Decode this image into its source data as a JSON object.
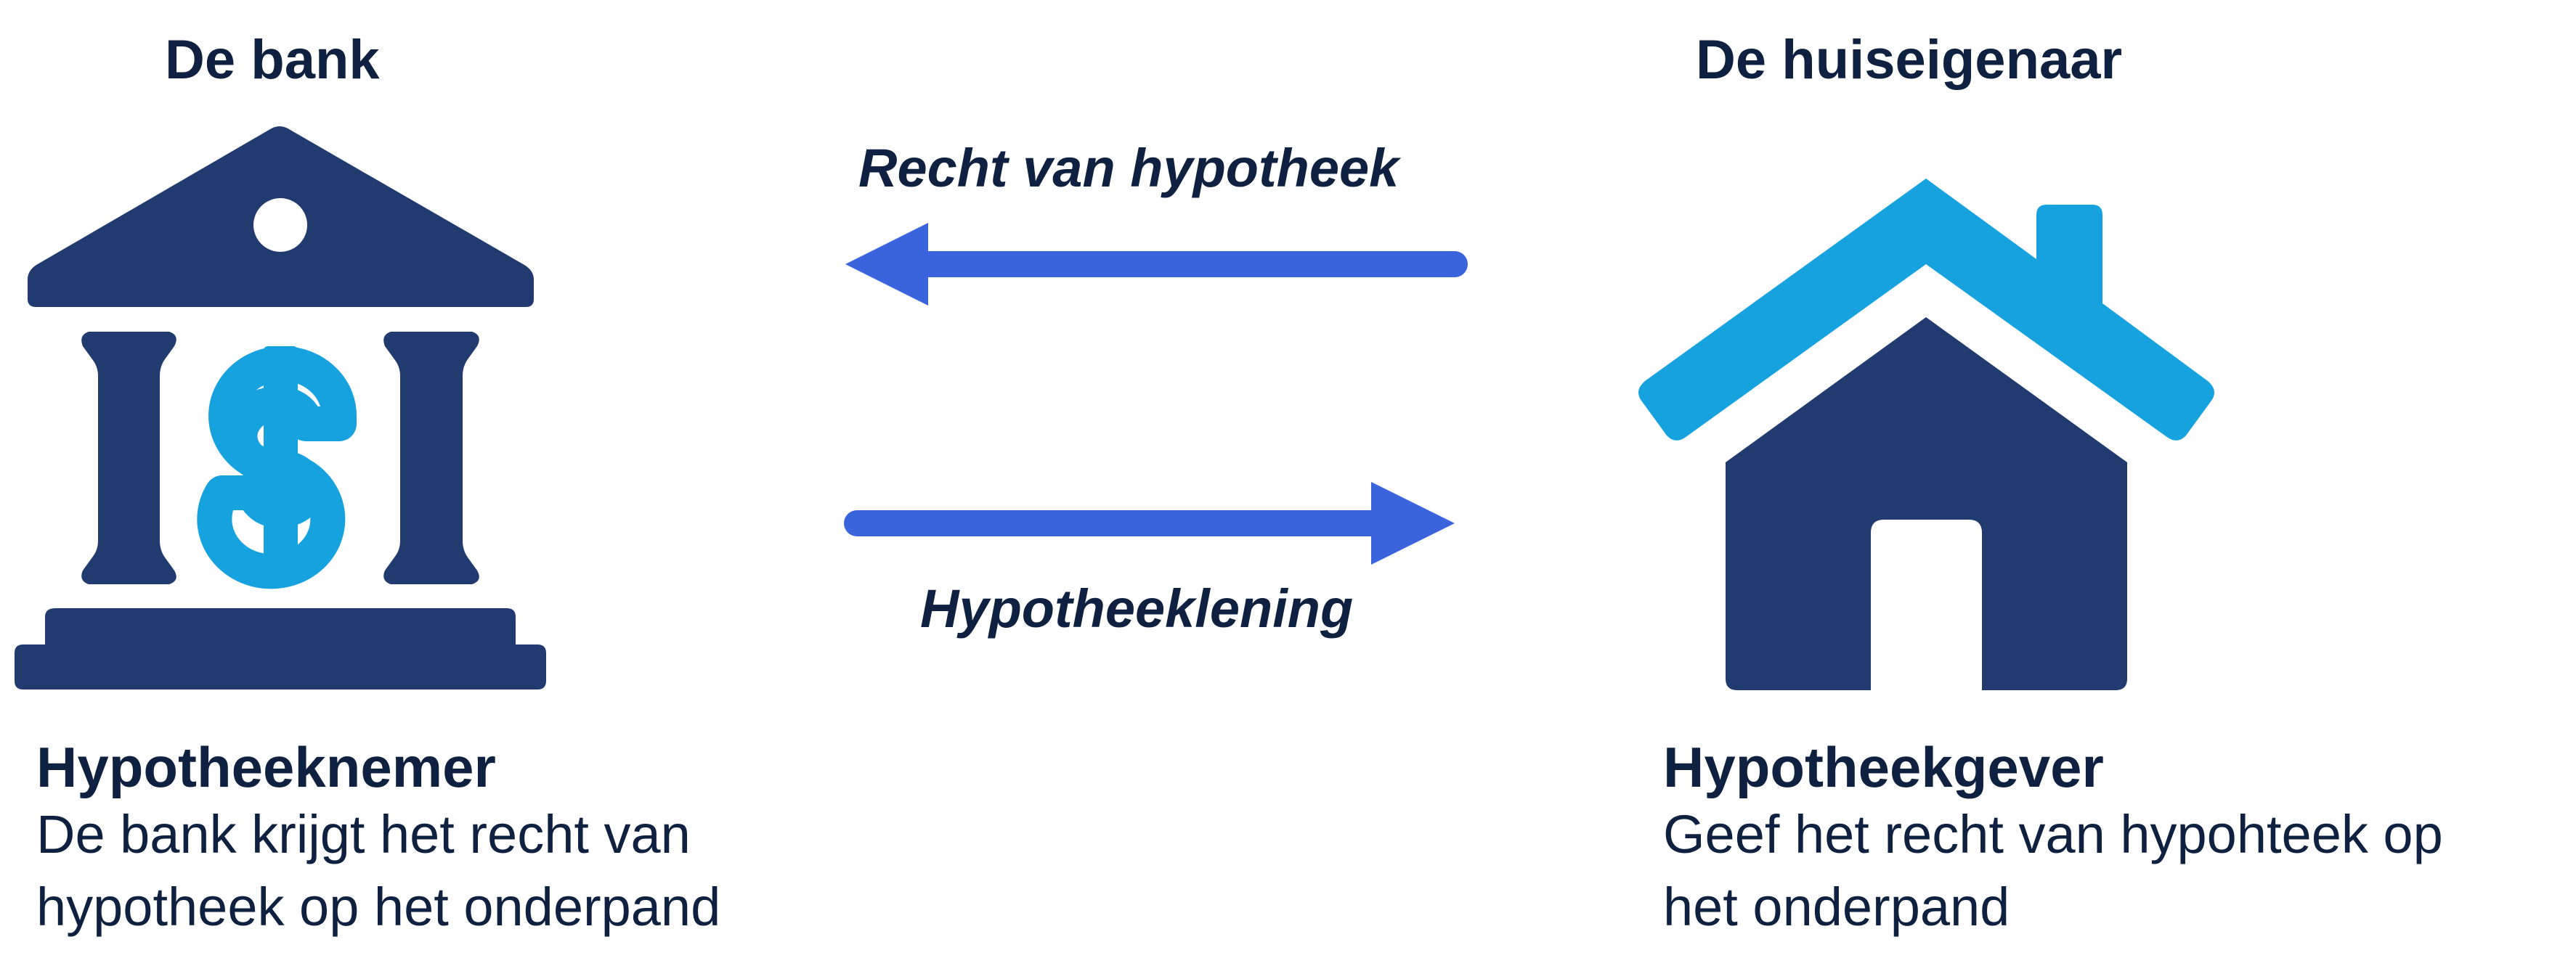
{
  "left": {
    "heading": "De bank",
    "role": "Hypotheeknemer",
    "description_lines": [
      "De bank krijgt het recht van",
      "hypotheek op het onderpand"
    ],
    "icon": "bank-icon"
  },
  "right": {
    "heading": "De huiseigenaar",
    "role": "Hypotheekgever",
    "description_lines": [
      "Geef het recht van hypohteek op",
      "het onderpand"
    ],
    "icon": "house-icon"
  },
  "arrows": {
    "top_label": "Recht van hypotheek",
    "top_direction": "left",
    "bottom_label": "Hypotheeklening",
    "bottom_direction": "right"
  },
  "colors": {
    "navy": "#213a70",
    "light_blue": "#16a2de",
    "arrow_blue": "#3a64db",
    "text": "#0f2140"
  }
}
